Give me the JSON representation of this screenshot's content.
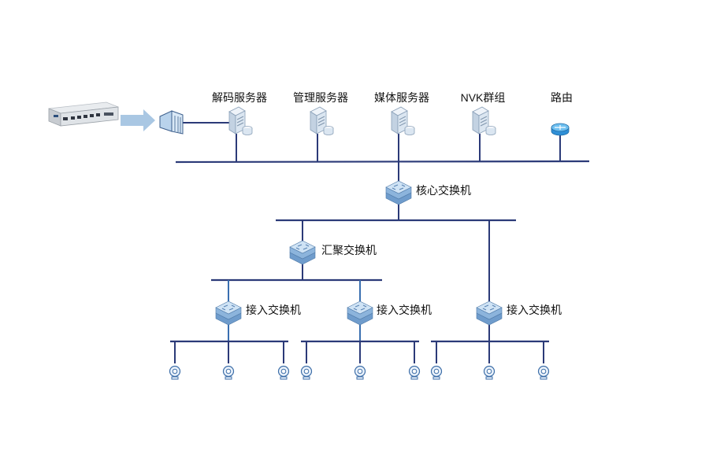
{
  "servers": [
    {
      "label": "解码服务器",
      "icon": "server-icon"
    },
    {
      "label": "管理服务器",
      "icon": "server-icon"
    },
    {
      "label": "媒体服务器",
      "icon": "server-icon"
    },
    {
      "label": "NVK群组",
      "icon": "server-icon"
    },
    {
      "label": "路由",
      "icon": "router-icon"
    }
  ],
  "switches": {
    "core": {
      "label": "核心交换机",
      "icon": "switch-icon"
    },
    "aggregation": {
      "label": "汇聚交换机",
      "icon": "switch-icon"
    },
    "access": [
      {
        "label": "接入交换机",
        "icon": "switch-icon"
      },
      {
        "label": "接入交换机",
        "icon": "switch-icon"
      },
      {
        "label": "接入交换机",
        "icon": "switch-icon"
      }
    ]
  },
  "devices": {
    "encoder": {
      "icon": "encoder-device-icon"
    },
    "firewall": {
      "icon": "firewall-icon"
    },
    "cameras_per_access_switch": 3,
    "camera_icon": "camera-icon"
  },
  "colors": {
    "line": "#2b3a78",
    "arrow": "#a9c7e3",
    "switch": "#9fc4e6",
    "server": "#dbe6f1"
  }
}
